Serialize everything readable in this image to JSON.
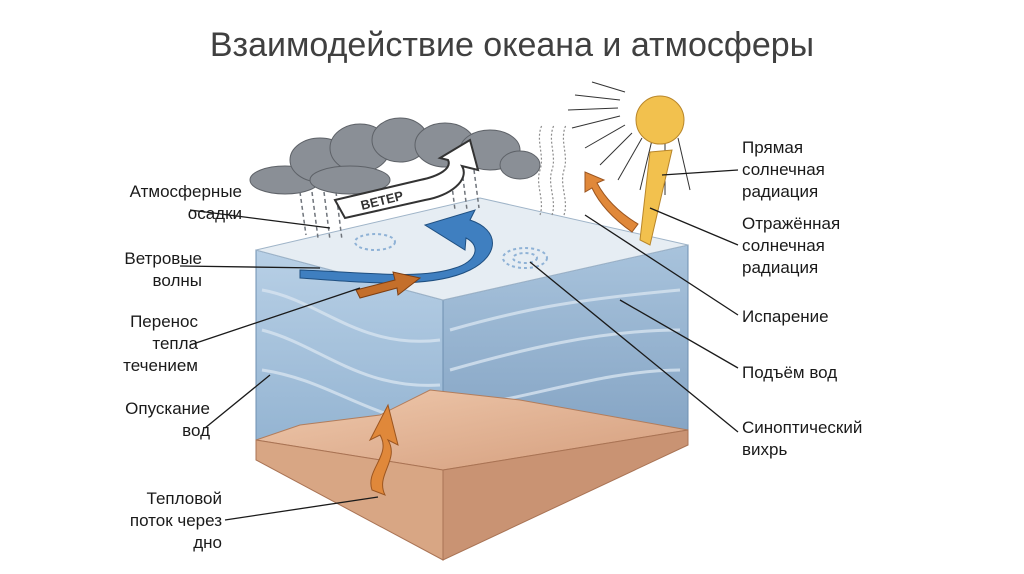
{
  "title": "Взаимодействие океана и атмосферы",
  "wind_label": "ВЕТЕР",
  "labels_left": {
    "precipitation": "Атмосферные\nосадки",
    "wind_waves": "Ветровые\nволны",
    "heat_transfer": "Перенос\nтепла\nтечением",
    "downwelling": "Опускание\nвод",
    "bottom_heat": "Тепловой\nпоток через\nдно"
  },
  "labels_right": {
    "direct_radiation": "Прямая\nсолнечная\nрадиация",
    "reflected_radiation": "Отражённая\nсолнечная\nрадиация",
    "evaporation": "Испарение",
    "upwelling": "Подъём вод",
    "synoptic_eddy": "Синоптический\nвихрь"
  },
  "colors": {
    "ocean": "#a9c4dc",
    "ocean_dark": "#7fa3c4",
    "surface": "#e3ebf2",
    "seabed": "#e2b89a",
    "sun": "#f2c14e",
    "arrow_orange": "#e0883a",
    "arrow_blue": "#3f7fc0",
    "cloud": "#8a8f96"
  }
}
